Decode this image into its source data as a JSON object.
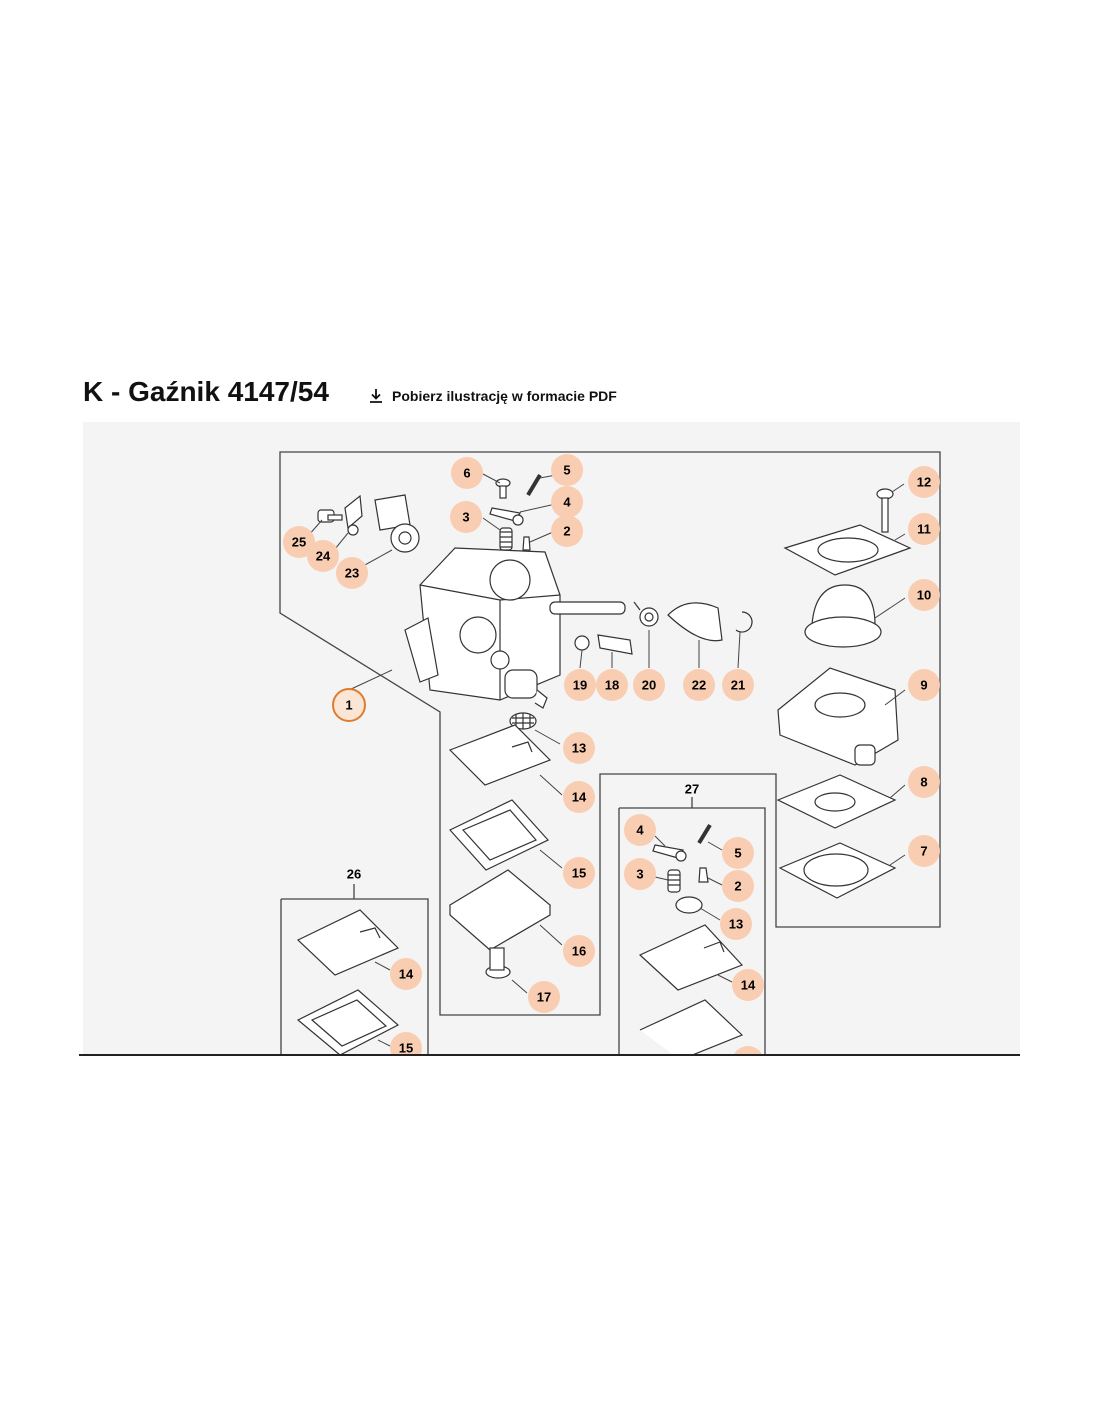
{
  "header": {
    "title": "K - Gaźnik 4147/54",
    "download_label": "Pobierz ilustrację w formacie PDF"
  },
  "colors": {
    "callout_fill": "#f9cdb1",
    "callout_selected_stroke": "#e07b2e",
    "line": "#444444",
    "figure_background": "#f4f4f4"
  },
  "diagram": {
    "callouts": {
      "c1": "1",
      "c2": "2",
      "c3": "3",
      "c4": "4",
      "c5": "5",
      "c6": "6",
      "c7": "7",
      "c8": "8",
      "c9": "9",
      "c10": "10",
      "c11": "11",
      "c12": "12",
      "c13": "13",
      "c14": "14",
      "c15": "15",
      "c16": "16",
      "c17": "17",
      "c18": "18",
      "c19": "19",
      "c20": "20",
      "c21": "21",
      "c22": "22",
      "c23": "23",
      "c24": "24",
      "c25": "25",
      "k27_4": "4",
      "k27_5": "5",
      "k27_3": "3",
      "k27_2": "2",
      "k27_13": "13",
      "k27_14": "14",
      "k26_14": "14",
      "k26_15": "15"
    },
    "kit_labels": {
      "kit26": "26",
      "kit27": "27"
    },
    "selected_callout": "1"
  }
}
